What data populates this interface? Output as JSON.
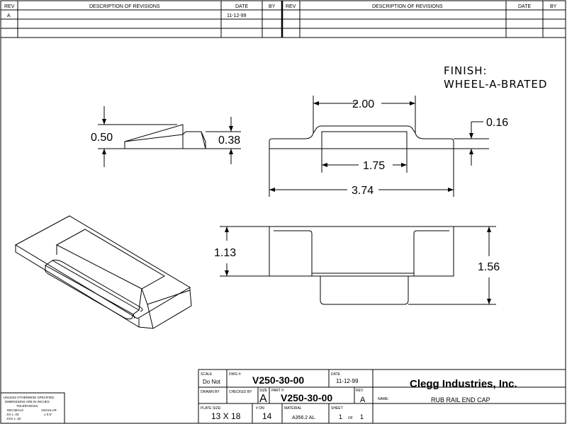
{
  "revision_table": {
    "left_headers": {
      "rev": "REV",
      "description": "DESCRIPTION OF REVISIONS",
      "date": "DATE",
      "by": "BY"
    },
    "right_headers": {
      "rev": "REV",
      "description": "DESCRIPTION OF REVISIONS",
      "date": "DATE",
      "by": "BY"
    },
    "rows": [
      {
        "rev": "A",
        "date": "11-12-99"
      }
    ]
  },
  "drawing": {
    "finish_line1": "FINISH:",
    "finish_line2": "WHEEL-A-BRATED",
    "dims": {
      "side_height": "0.50",
      "side_step": "0.38",
      "top_width": "2.00",
      "flange_thickness": "0.16",
      "slot_width": "1.75",
      "overall_length": "3.74",
      "plan_height_inner": "1.13",
      "plan_height_outer": "1.56"
    }
  },
  "title_block": {
    "scale_label": "SCALE",
    "scale_value": "Do Not",
    "dwg_label": "DWG #:",
    "dwg_number": "V250-30-00",
    "date_label": "DATE",
    "date_value": "11-12-99",
    "company": "Clegg Industries, Inc.",
    "drawn_by_label": "DRAWN BY",
    "checked_by_label": "CHECKED BY",
    "size_label": "SIZE",
    "size_value": "A",
    "part_label": "PART #:",
    "part_number": "V250-30-00",
    "rev_label": "REV",
    "rev_value": "A",
    "name_label": "NAME:",
    "name_value": "RUB RAIL END CAP",
    "plate_size_label": "PLATE SIZE:",
    "plate_size_value": "13 X 18",
    "num_on_label": "# ON:",
    "num_on_value": "14",
    "material_label": "MATERIAL",
    "material_value": "A356.2 AL.",
    "sheet_label": "SHEET",
    "sheet_value": "1",
    "sheet_of": "OF",
    "sheet_total": "1",
    "tolerance": {
      "line1": "UNLESS OTHERWISE SPECIFIED",
      "line2": "DIMENSIONS ARE IN INCHES",
      "line3": "TOLERANCES",
      "decimals": "DECIMALS",
      "angular": "ANGULAR",
      "xx": ".XX ± .03",
      "xxx": ".XXX ± .02",
      "ang": "± 0.5°"
    }
  }
}
